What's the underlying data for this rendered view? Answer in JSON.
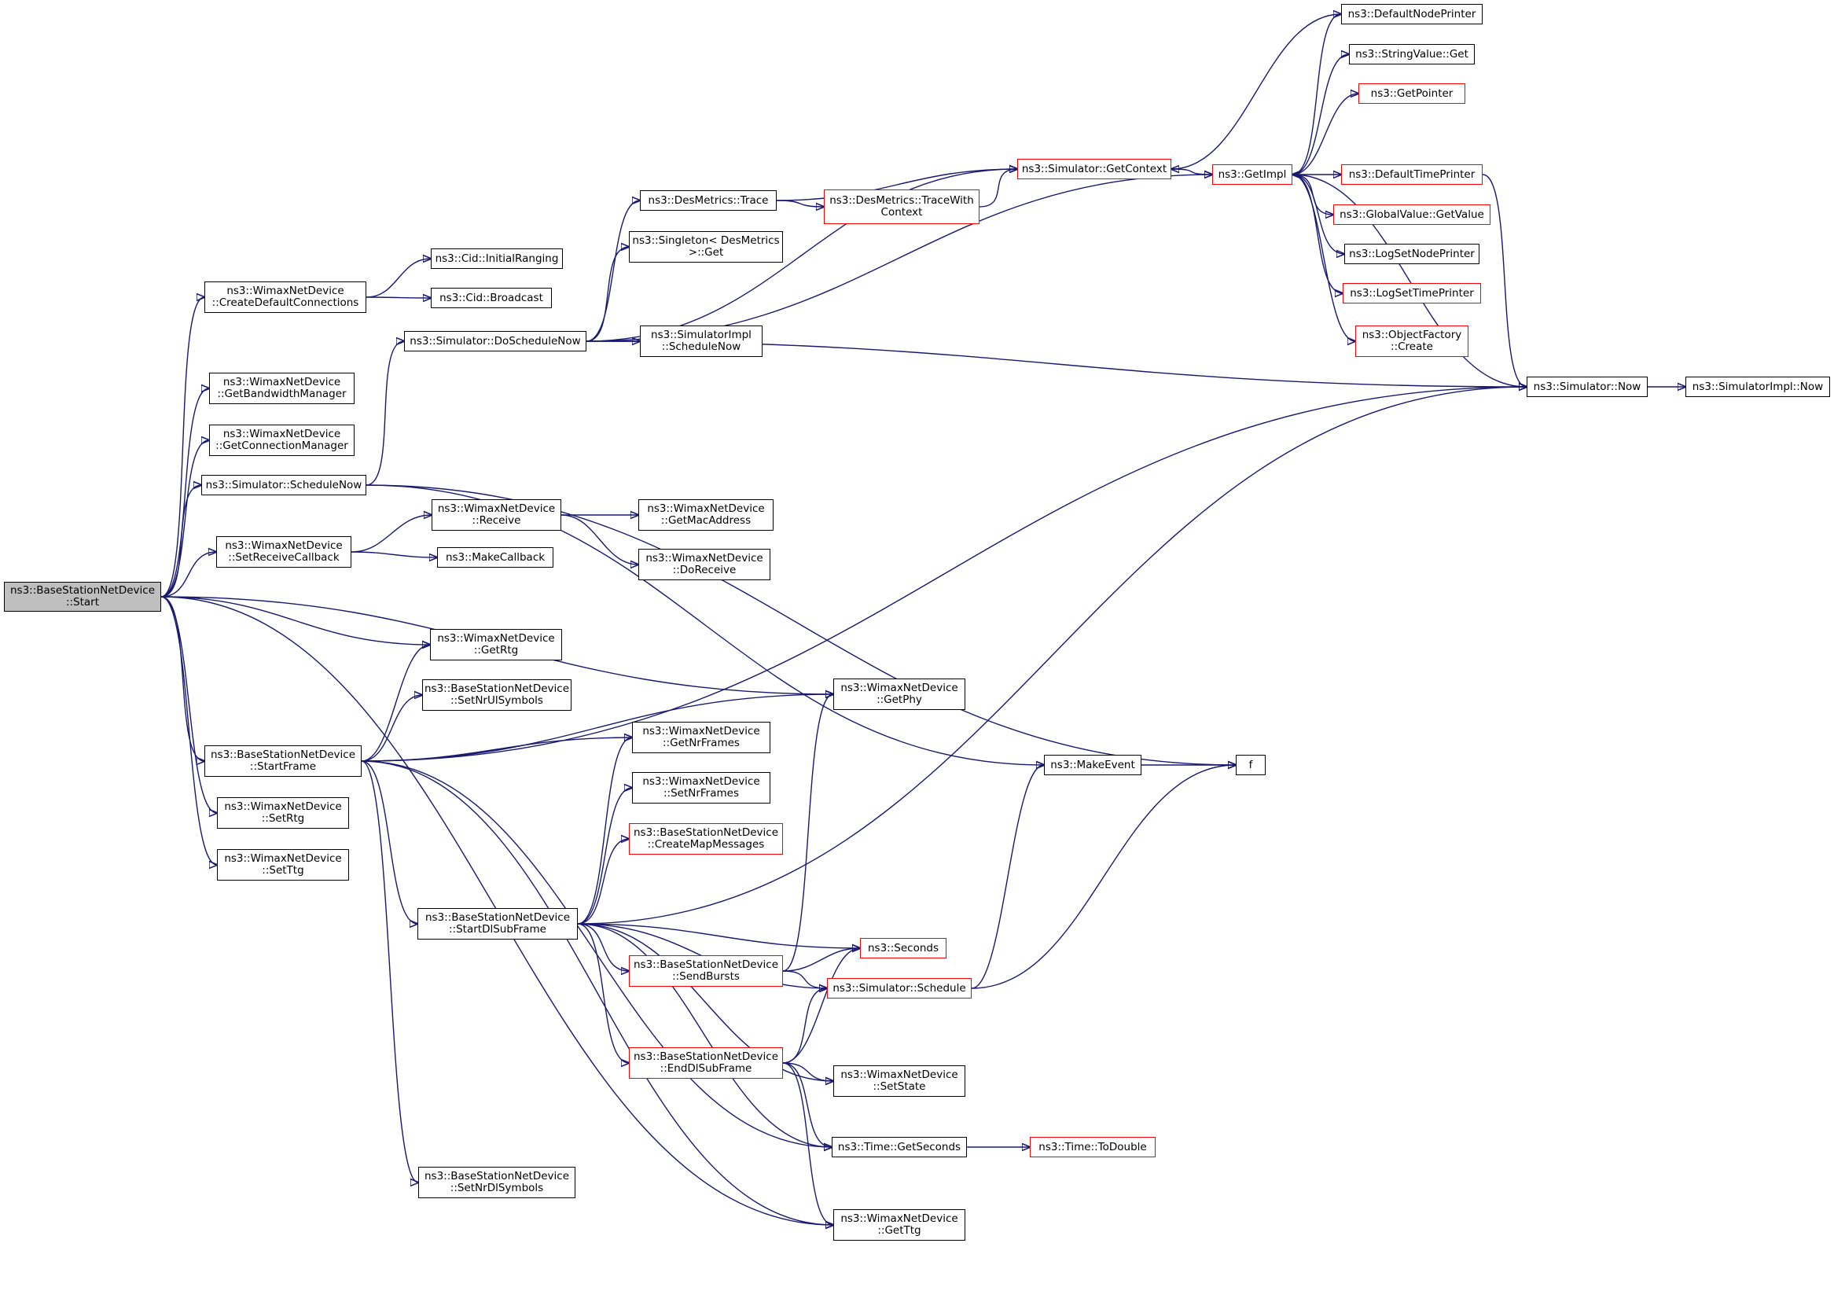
{
  "graph": {
    "nodes": [
      {
        "id": "start",
        "label": "ns3::BaseStationNetDevice\n::Start",
        "style": "root"
      },
      {
        "id": "createdef",
        "label": "ns3::WimaxNetDevice\n::CreateDefaultConnections",
        "style": "black"
      },
      {
        "id": "initrang",
        "label": "ns3::Cid::InitialRanging",
        "style": "black"
      },
      {
        "id": "broadcast",
        "label": "ns3::Cid::Broadcast",
        "style": "black"
      },
      {
        "id": "getbw",
        "label": "ns3::WimaxNetDevice\n::GetBandwidthManager",
        "style": "black"
      },
      {
        "id": "getconn",
        "label": "ns3::WimaxNetDevice\n::GetConnectionManager",
        "style": "black"
      },
      {
        "id": "schednow",
        "label": "ns3::Simulator::ScheduleNow",
        "style": "black"
      },
      {
        "id": "doschednow",
        "label": "ns3::Simulator::DoScheduleNow",
        "style": "black"
      },
      {
        "id": "desmtrace",
        "label": "ns3::DesMetrics::Trace",
        "style": "black"
      },
      {
        "id": "desmtracewc",
        "label": "ns3::DesMetrics::TraceWith\nContext",
        "style": "red"
      },
      {
        "id": "singleton",
        "label": "ns3::Singleton< DesMetrics\n>::Get",
        "style": "black"
      },
      {
        "id": "simimplsched",
        "label": "ns3::SimulatorImpl\n::ScheduleNow",
        "style": "black"
      },
      {
        "id": "getcontext",
        "label": "ns3::Simulator::GetContext",
        "style": "red"
      },
      {
        "id": "getimpl",
        "label": "ns3::GetImpl",
        "style": "red"
      },
      {
        "id": "defnodeprinter",
        "label": "ns3::DefaultNodePrinter",
        "style": "black"
      },
      {
        "id": "stringvalget",
        "label": "ns3::StringValue::Get",
        "style": "black"
      },
      {
        "id": "getpointer",
        "label": "ns3::GetPointer",
        "style": "red"
      },
      {
        "id": "deftimeprinter",
        "label": "ns3::DefaultTimePrinter",
        "style": "red"
      },
      {
        "id": "globalval",
        "label": "ns3::GlobalValue::GetValue",
        "style": "red"
      },
      {
        "id": "logsetnode",
        "label": "ns3::LogSetNodePrinter",
        "style": "black"
      },
      {
        "id": "logsettime",
        "label": "ns3::LogSetTimePrinter",
        "style": "red"
      },
      {
        "id": "objfactory",
        "label": "ns3::ObjectFactory\n::Create",
        "style": "red"
      },
      {
        "id": "simnow",
        "label": "ns3::Simulator::Now",
        "style": "black"
      },
      {
        "id": "simimplnow",
        "label": "ns3::SimulatorImpl::Now",
        "style": "black"
      },
      {
        "id": "setrecvcb",
        "label": "ns3::WimaxNetDevice\n::SetReceiveCallback",
        "style": "black"
      },
      {
        "id": "receive",
        "label": "ns3::WimaxNetDevice\n::Receive",
        "style": "black"
      },
      {
        "id": "getmac",
        "label": "ns3::WimaxNetDevice\n::GetMacAddress",
        "style": "black"
      },
      {
        "id": "doreceive",
        "label": "ns3::WimaxNetDevice\n::DoReceive",
        "style": "black"
      },
      {
        "id": "makecallback",
        "label": "ns3::MakeCallback",
        "style": "black"
      },
      {
        "id": "getrtg",
        "label": "ns3::WimaxNetDevice\n::GetRtg",
        "style": "black"
      },
      {
        "id": "setnrul",
        "label": "ns3::BaseStationNetDevice\n::SetNrUlSymbols",
        "style": "black"
      },
      {
        "id": "getphy",
        "label": "ns3::WimaxNetDevice\n::GetPhy",
        "style": "black"
      },
      {
        "id": "startframe",
        "label": "ns3::BaseStationNetDevice\n::StartFrame",
        "style": "black"
      },
      {
        "id": "getnrframes",
        "label": "ns3::WimaxNetDevice\n::GetNrFrames",
        "style": "black"
      },
      {
        "id": "setnrframes",
        "label": "ns3::WimaxNetDevice\n::SetNrFrames",
        "style": "black"
      },
      {
        "id": "createmap",
        "label": "ns3::BaseStationNetDevice\n::CreateMapMessages",
        "style": "red"
      },
      {
        "id": "makeevent",
        "label": "ns3::MakeEvent",
        "style": "black"
      },
      {
        "id": "f",
        "label": "f",
        "style": "black"
      },
      {
        "id": "setrtg",
        "label": "ns3::WimaxNetDevice\n::SetRtg",
        "style": "black"
      },
      {
        "id": "setttg",
        "label": "ns3::WimaxNetDevice\n::SetTtg",
        "style": "black"
      },
      {
        "id": "startdl",
        "label": "ns3::BaseStationNetDevice\n::StartDlSubFrame",
        "style": "black"
      },
      {
        "id": "seconds",
        "label": "ns3::Seconds",
        "style": "red"
      },
      {
        "id": "sendbursts",
        "label": "ns3::BaseStationNetDevice\n::SendBursts",
        "style": "red"
      },
      {
        "id": "schedule",
        "label": "ns3::Simulator::Schedule",
        "style": "red"
      },
      {
        "id": "enddl",
        "label": "ns3::BaseStationNetDevice\n::EndDlSubFrame",
        "style": "red"
      },
      {
        "id": "setstate",
        "label": "ns3::WimaxNetDevice\n::SetState",
        "style": "black"
      },
      {
        "id": "timegetsec",
        "label": "ns3::Time::GetSeconds",
        "style": "black"
      },
      {
        "id": "timetodouble",
        "label": "ns3::Time::ToDouble",
        "style": "red"
      },
      {
        "id": "setnrdl",
        "label": "ns3::BaseStationNetDevice\n::SetNrDlSymbols",
        "style": "black"
      },
      {
        "id": "getttg",
        "label": "ns3::WimaxNetDevice\n::GetTtg",
        "style": "black"
      }
    ],
    "edges": [
      [
        "start",
        "createdef"
      ],
      [
        "start",
        "getbw"
      ],
      [
        "start",
        "getconn"
      ],
      [
        "start",
        "schednow"
      ],
      [
        "start",
        "setrecvcb"
      ],
      [
        "start",
        "getphy"
      ],
      [
        "start",
        "getrtg"
      ],
      [
        "start",
        "startframe"
      ],
      [
        "start",
        "setrtg"
      ],
      [
        "start",
        "setttg"
      ],
      [
        "start",
        "getttg"
      ],
      [
        "createdef",
        "initrang"
      ],
      [
        "createdef",
        "broadcast"
      ],
      [
        "schednow",
        "doschednow"
      ],
      [
        "schednow",
        "makeevent"
      ],
      [
        "schednow",
        "f"
      ],
      [
        "doschednow",
        "desmtrace"
      ],
      [
        "doschednow",
        "singleton"
      ],
      [
        "doschednow",
        "simimplsched"
      ],
      [
        "doschednow",
        "getcontext"
      ],
      [
        "doschednow",
        "getimpl"
      ],
      [
        "doschednow",
        "simnow"
      ],
      [
        "desmtrace",
        "getcontext"
      ],
      [
        "desmtrace",
        "desmtracewc"
      ],
      [
        "desmtracewc",
        "getcontext"
      ],
      [
        "getcontext",
        "getimpl"
      ],
      [
        "getimpl",
        "defnodeprinter"
      ],
      [
        "getimpl",
        "stringvalget"
      ],
      [
        "getimpl",
        "getpointer"
      ],
      [
        "getimpl",
        "deftimeprinter"
      ],
      [
        "getimpl",
        "globalval"
      ],
      [
        "getimpl",
        "logsetnode"
      ],
      [
        "getimpl",
        "logsettime"
      ],
      [
        "getimpl",
        "objfactory"
      ],
      [
        "defnodeprinter",
        "getcontext"
      ],
      [
        "deftimeprinter",
        "simnow"
      ],
      [
        "simnow",
        "getimpl"
      ],
      [
        "simnow",
        "simimplnow"
      ],
      [
        "setrecvcb",
        "receive"
      ],
      [
        "setrecvcb",
        "makecallback"
      ],
      [
        "receive",
        "getmac"
      ],
      [
        "receive",
        "doreceive"
      ],
      [
        "startframe",
        "getrtg"
      ],
      [
        "startframe",
        "setnrul"
      ],
      [
        "startframe",
        "getphy"
      ],
      [
        "startframe",
        "simnow"
      ],
      [
        "startframe",
        "getnrframes"
      ],
      [
        "startframe",
        "startdl"
      ],
      [
        "startframe",
        "timegetsec"
      ],
      [
        "startframe",
        "setnrdl"
      ],
      [
        "startframe",
        "getttg"
      ],
      [
        "startdl",
        "getnrframes"
      ],
      [
        "startdl",
        "setnrframes"
      ],
      [
        "startdl",
        "createmap"
      ],
      [
        "startdl",
        "simnow"
      ],
      [
        "startdl",
        "seconds"
      ],
      [
        "startdl",
        "sendbursts"
      ],
      [
        "startdl",
        "schedule"
      ],
      [
        "startdl",
        "enddl"
      ],
      [
        "startdl",
        "setstate"
      ],
      [
        "startdl",
        "timegetsec"
      ],
      [
        "sendbursts",
        "getphy"
      ],
      [
        "sendbursts",
        "seconds"
      ],
      [
        "sendbursts",
        "schedule"
      ],
      [
        "schedule",
        "makeevent"
      ],
      [
        "schedule",
        "f"
      ],
      [
        "makeevent",
        "f"
      ],
      [
        "enddl",
        "seconds"
      ],
      [
        "enddl",
        "schedule"
      ],
      [
        "enddl",
        "setstate"
      ],
      [
        "enddl",
        "timegetsec"
      ],
      [
        "enddl",
        "getttg"
      ],
      [
        "timegetsec",
        "timetodouble"
      ]
    ]
  },
  "colors": {
    "edge": "#191970",
    "border_default": "#000000",
    "border_external": "#ff0000",
    "root_fill": "#bfbfbf"
  }
}
